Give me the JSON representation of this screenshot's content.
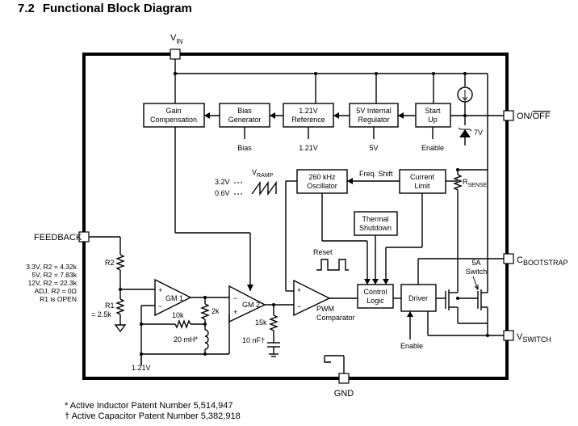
{
  "heading": {
    "number": "7.2",
    "title": "Functional Block Diagram"
  },
  "pins": {
    "vin": "V",
    "vin_sub": "IN",
    "on_off": "ON/",
    "on_off_bar": "OFF",
    "feedback": "FEEDBACK",
    "cboot": "C",
    "cboot_sub": "BOOTSTRAP",
    "vswitch": "V",
    "vswitch_sub": "SWITCH",
    "gnd": "GND"
  },
  "blocks": {
    "gain_comp": [
      "Gain",
      "Compensation"
    ],
    "bias_gen": [
      "Bias",
      "Generator"
    ],
    "ref": [
      "1.21V",
      "Reference"
    ],
    "reg": [
      "5V Internal",
      "Regulator"
    ],
    "startup": [
      "Start",
      "Up"
    ],
    "osc": [
      "260 kHz",
      "Oscillator"
    ],
    "curlim": [
      "Current",
      "Limit"
    ],
    "tsd": [
      "Thermal",
      "Shutdown"
    ],
    "ctrl": [
      "Control",
      "Logic"
    ],
    "driver": "Driver",
    "gm1": "GM 1",
    "gm2": "GM 2"
  },
  "labels": {
    "bias": "Bias",
    "v121": "1.21V",
    "v5": "5V",
    "enable": "Enable",
    "v7": "7V",
    "freq_shift": "Freq. Shift",
    "rsense": "R",
    "rsense_sub": "SENSE",
    "vramp": "V",
    "vramp_sub": "RAMP",
    "v32": "3.2V",
    "v06": "0.6V",
    "reset": "Reset",
    "switch5a": [
      "5A",
      "Switch"
    ],
    "pwm": [
      "PWM",
      "Comparator"
    ],
    "r2": "R2",
    "r1": "R1",
    "r1val": "= 2.5k",
    "k2": "2k",
    "k10": "10k",
    "k15": "15k",
    "l20": "20 mH*",
    "c10": "10 nF†",
    "v121b": "1.21V",
    "enable_b": "Enable",
    "plus": "+",
    "minus": "−"
  },
  "fb_table": [
    "3.3V, R2 = 4.32k",
    "5V, R2 = 7.83k",
    "12V, R2 = 22.3k",
    "ADJ, R2 = 0Ω",
    "R1 is OPEN"
  ],
  "footnotes": [
    "* Active Inductor Patent Number 5,514,947",
    "† Active Capacitor Patent Number 5,382,918"
  ]
}
